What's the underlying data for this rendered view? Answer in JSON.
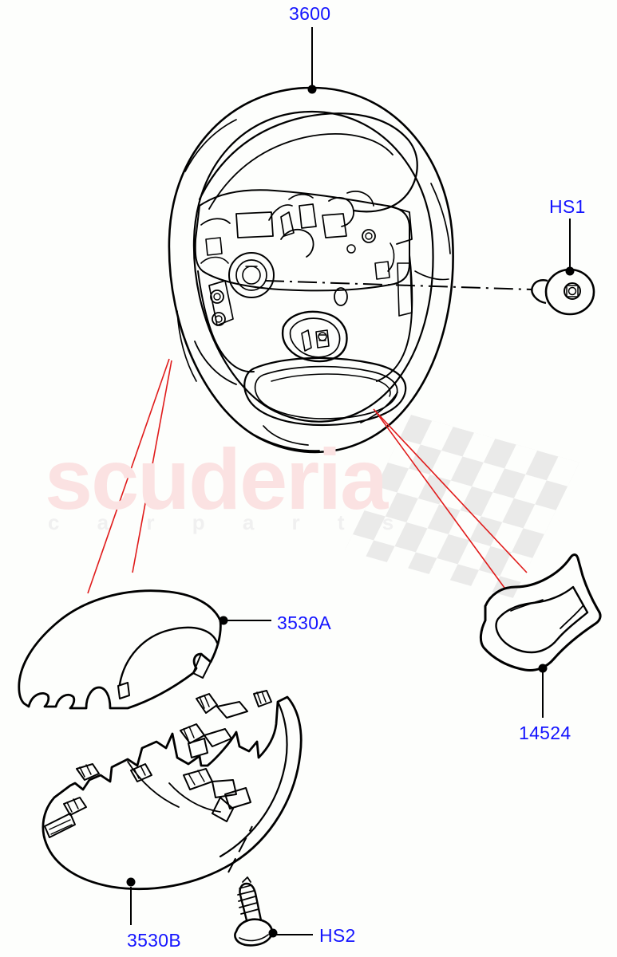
{
  "diagram": {
    "title": "Steering Wheel Assembly Parts Diagram",
    "background_color": "#fdfefc",
    "label_color": "#1414ff",
    "line_color": "#000000",
    "leader_color": "#e01b1b"
  },
  "watermark": {
    "brand": "scuderia",
    "subtitle": "c a r  p a r t s",
    "brand_color": "#fbe2e2",
    "subtitle_color": "#f0f0f0",
    "flag_color": "#e8e8e8"
  },
  "parts": [
    {
      "id": "3600",
      "label": "3600",
      "name": "steering-wheel"
    },
    {
      "id": "HS1",
      "label": "HS1",
      "name": "steering-wheel-bolt"
    },
    {
      "id": "3530A",
      "label": "3530A",
      "name": "upper-steering-column-shroud"
    },
    {
      "id": "14524",
      "label": "14524",
      "name": "steering-wheel-bezel-trim"
    },
    {
      "id": "3530B",
      "label": "3530B",
      "name": "lower-steering-column-shroud"
    },
    {
      "id": "HS2",
      "label": "HS2",
      "name": "shroud-screw"
    }
  ]
}
